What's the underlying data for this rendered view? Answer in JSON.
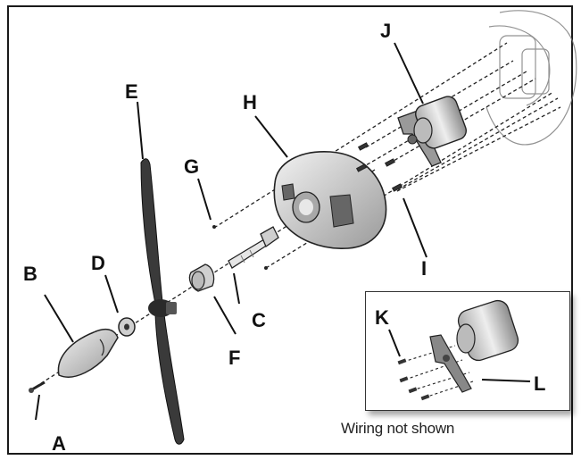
{
  "labels": {
    "A": "A",
    "B": "B",
    "C": "C",
    "D": "D",
    "E": "E",
    "F": "F",
    "G": "G",
    "H": "H",
    "I": "I",
    "J": "J",
    "K": "K",
    "L": "L"
  },
  "inset": {
    "note": "Wiring not shown"
  },
  "colors": {
    "line": "#1a1a1a",
    "part_fill": "#d9d9d9",
    "part_dark": "#3a3a3a",
    "motor": "#c8c8c8"
  }
}
